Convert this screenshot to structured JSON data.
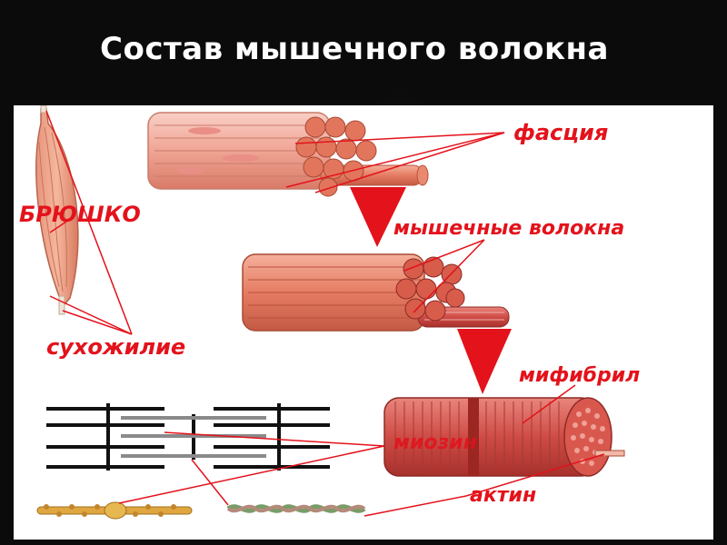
{
  "title": "Состав мышечного волокна",
  "labels": {
    "fascia": "фасция",
    "belly": "БРЮШКО",
    "muscle_fibers": "мышечные волокна",
    "tendon": "сухожилие",
    "myofibril": "мифибрил",
    "myosin": "миозин",
    "actin": "актин"
  },
  "colors": {
    "label_red": "#e3121b",
    "muscle_pink": "#f3a99a",
    "fiber_salmon": "#e8826b",
    "myofibril_red": "#cc3a3a"
  }
}
